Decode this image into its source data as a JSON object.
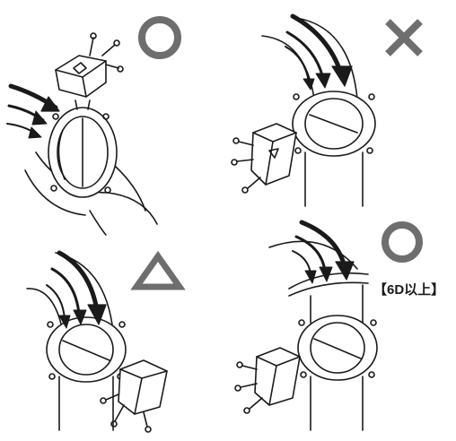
{
  "panels": [
    {
      "id": "top-left",
      "mark": "circle",
      "meaning": "ok"
    },
    {
      "id": "top-right",
      "mark": "cross",
      "meaning": "ng"
    },
    {
      "id": "bottom-left",
      "mark": "triangle",
      "meaning": "caution"
    },
    {
      "id": "bottom-right",
      "mark": "circle",
      "meaning": "ok",
      "note": "【6D以上】"
    }
  ],
  "colors": {
    "line": "#1a1a1a",
    "mark": "#6e6e6e",
    "body_fill": "#ffffff"
  }
}
